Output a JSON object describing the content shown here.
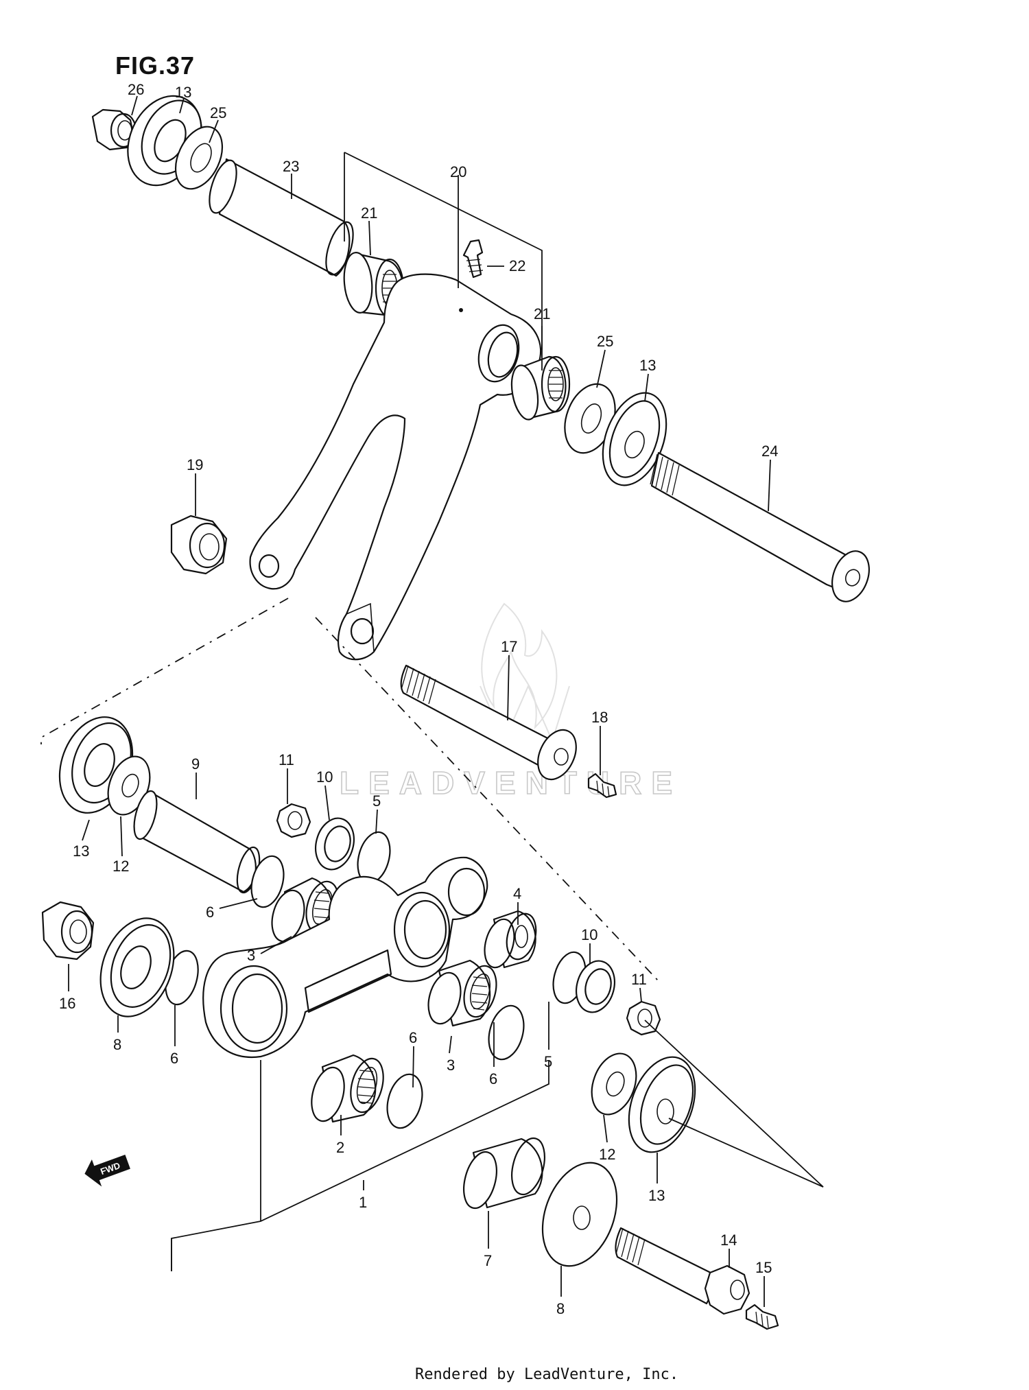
{
  "figure_label": "FIG.37",
  "watermark": "LEADVENTURE",
  "footer": "Rendered by LeadVenture, Inc.",
  "fwd_label": "FWD",
  "callouts": {
    "c26": "26",
    "c13a": "13",
    "c25a": "25",
    "c23": "23",
    "c21a": "21",
    "c20": "20",
    "c22": "22",
    "c21b": "21",
    "c25b": "25",
    "c13b": "13",
    "c24": "24",
    "c19": "19",
    "c17": "17",
    "c18": "18",
    "c11a": "11",
    "c10a": "10",
    "c5a": "5",
    "c9": "9",
    "c13c": "13",
    "c12a": "12",
    "c6a": "6",
    "c3a": "3",
    "c4": "4",
    "c16": "16",
    "c8a": "8",
    "c6b": "6",
    "c10b": "10",
    "c11b": "11",
    "c5b": "5",
    "c6c": "6",
    "c3b": "3",
    "c6d": "6",
    "c2": "2",
    "c12b": "12",
    "c13d": "13",
    "c1": "1",
    "c7": "7",
    "c8b": "8",
    "c14": "14",
    "c15": "15"
  }
}
